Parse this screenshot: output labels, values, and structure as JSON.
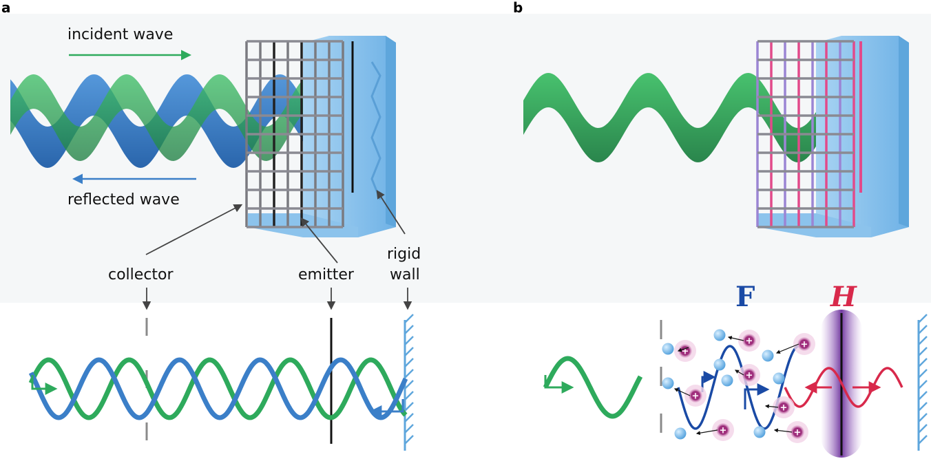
{
  "panels": {
    "a": {
      "letter": "a",
      "labels": {
        "incident": "incident wave",
        "reflected": "reflected wave",
        "collector": "collector",
        "emitter": "emitter",
        "rigid": "rigid",
        "wall": "wall"
      }
    },
    "b": {
      "letter": "b",
      "symbols": {
        "force": "F",
        "field": "H"
      },
      "ion_sign": "+"
    }
  },
  "colors": {
    "incident": "#2eaa5c",
    "reflected": "#3b7fc8",
    "grid": "#7a7a80",
    "wall": "#8cc3ec",
    "wall_dark": "#5ea6dc",
    "field": "#d8294b",
    "force": "#1a4aa5",
    "ion": "#a6317f",
    "electron": "#6ab4e6",
    "field_glow": "#7b3fa8"
  },
  "icons": [
    "arrow-right-icon",
    "arrow-left-icon",
    "pointer-arrow-icon",
    "down-arrow-icon",
    "ion-icon",
    "electron-icon"
  ]
}
